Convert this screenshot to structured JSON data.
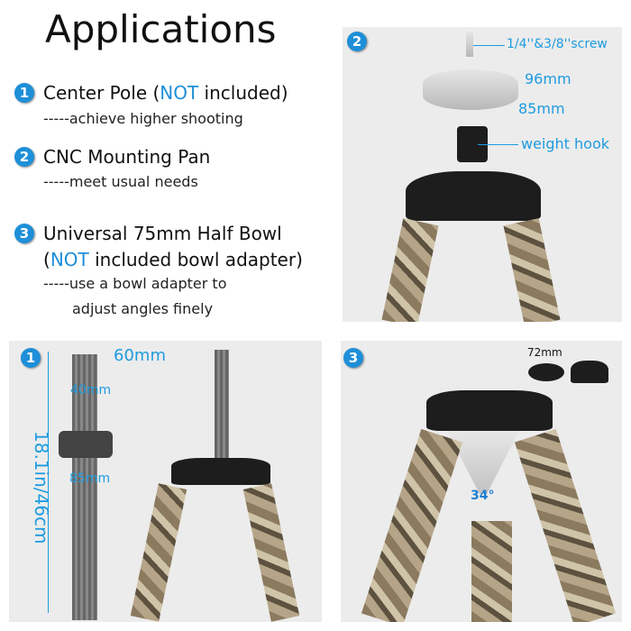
{
  "title": "Applications",
  "features": [
    {
      "num": "1",
      "title_pre": "Center Pole (",
      "title_hl": "NOT",
      "title_post": " included)",
      "desc": "-----achieve higher shooting"
    },
    {
      "num": "2",
      "title": "CNC Mounting Pan",
      "desc": "-----meet usual needs"
    },
    {
      "num": "3",
      "title": "Universal 75mm Half Bowl",
      "line2_pre": "(",
      "line2_hl": "NOT",
      "line2_post": " included bowl adapter)",
      "desc1": "-----use a bowl adapter to",
      "desc2": "adjust angles finely"
    }
  ],
  "panel2": {
    "num": "2",
    "screw": "1/4''&3/8''screw",
    "top_dia": "96mm",
    "bottom_dia": "85mm",
    "hook": "weight hook"
  },
  "panel1": {
    "num": "1",
    "top": "60mm",
    "tube": "40mm",
    "bowl": "85mm",
    "length": "18.1in/46cm"
  },
  "panel3": {
    "num": "3",
    "bowl": "72mm",
    "angle": "34°"
  },
  "colors": {
    "accent": "#1e9be0",
    "badge": "#1e8fd8"
  }
}
